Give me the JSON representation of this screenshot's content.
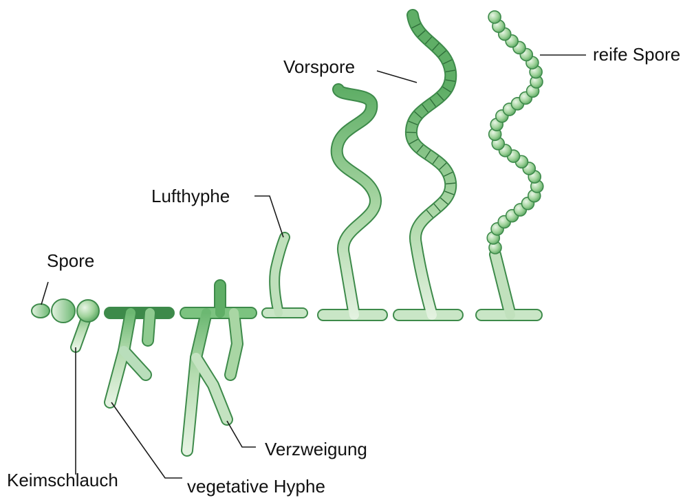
{
  "labels": {
    "spore": "Spore",
    "keimschlauch": "Keimschlauch",
    "vegetative_hyphe": "vegetative Hyphe",
    "verzweigung": "Verzweigung",
    "lufthyphe": "Lufthyphe",
    "vorspore": "Vorspore",
    "reife_spore": "reife Spore"
  },
  "colors": {
    "hypha_light": "#d6ecd3",
    "hypha_mid": "#a9d6a4",
    "hypha_dark": "#66b46c",
    "outline": "#3d8a4a",
    "leader": "#1a1a1a",
    "text": "#111111"
  }
}
